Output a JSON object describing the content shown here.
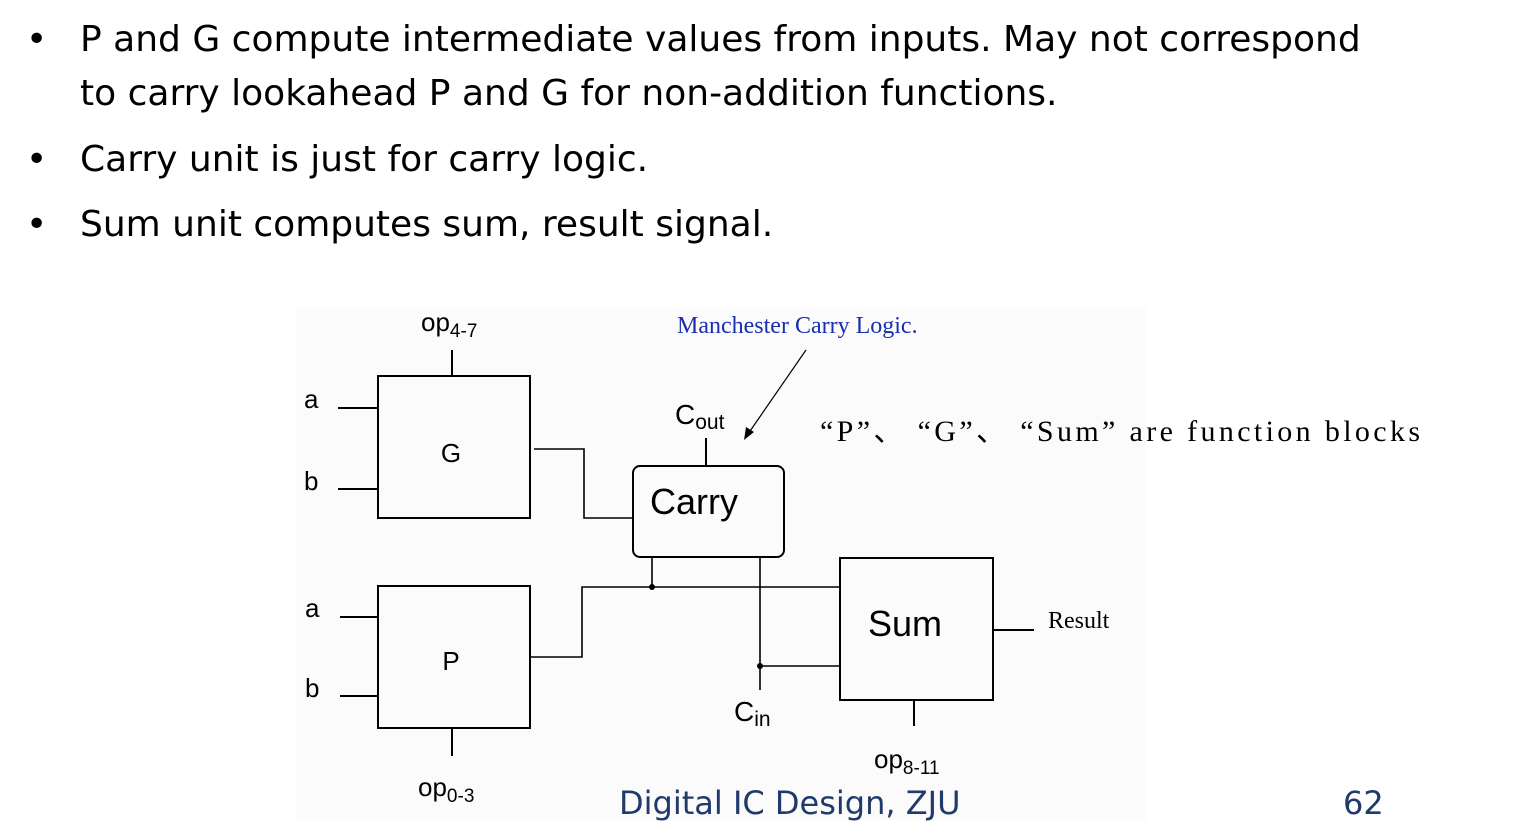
{
  "slide": {
    "bullets": [
      {
        "line1": "P and G compute intermediate values from inputs. May not correspond",
        "line2": "to carry lookahead P and G for non-addition functions."
      },
      {
        "line1": "Carry unit is just for carry logic."
      },
      {
        "line1": "Sum unit computes sum, result signal."
      }
    ],
    "footer": "Digital IC Design, ZJU",
    "page_number": "62"
  },
  "diagram": {
    "blocks": {
      "g": "G",
      "p": "P",
      "carry": "Carry",
      "sum": "Sum"
    },
    "inputs": {
      "g_a": "a",
      "g_b": "b",
      "p_a": "a",
      "p_b": "b"
    },
    "ops": {
      "g": {
        "base": "op",
        "sub": "4-7"
      },
      "p": {
        "base": "op",
        "sub": "0-3"
      },
      "sum": {
        "base": "op",
        "sub": "8-11"
      }
    },
    "cout": {
      "base": "C",
      "sub": "out"
    },
    "cin": {
      "base": "C",
      "sub": "in"
    },
    "result": "Result",
    "manchester_note": "Manchester Carry Logic.",
    "function_note": "“P”、 “G”、 “Sum” are function blocks",
    "colors": {
      "note_blue": "#1a2fb0",
      "footer_blue": "#1f3a6b"
    }
  }
}
